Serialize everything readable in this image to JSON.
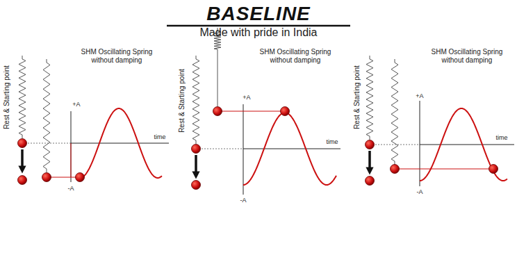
{
  "diagram": {
    "title": "BASELINE",
    "labels": [
      "Made with pride in India",
      "Rest & Starting point",
      "SHM Oscillating Spring without damping",
      "+A",
      "time",
      "-A",
      "Rest & Starting point",
      "SHM Oscillating Spring without damping",
      "+A",
      "time",
      "-A",
      "Rest & Starting point",
      "SHM Oscillating Spring without damping",
      "+A",
      "time",
      "-A"
    ]
  }
}
